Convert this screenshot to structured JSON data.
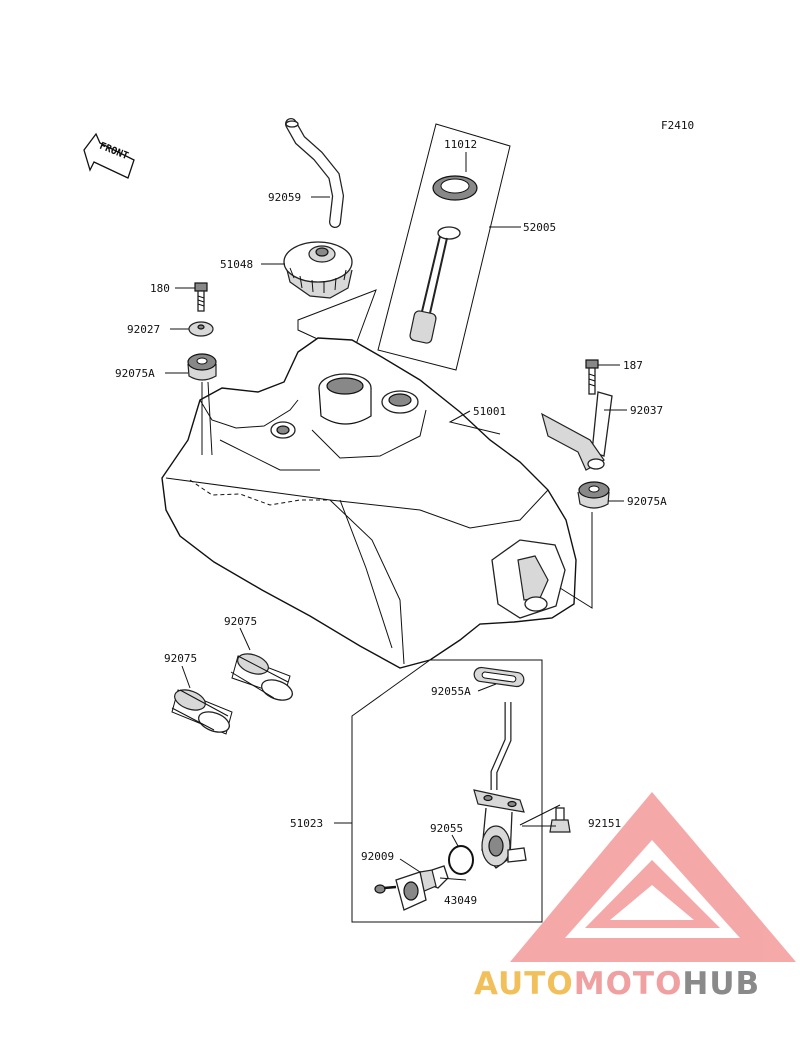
{
  "figure_code": "F2410",
  "front_label": "FRONT",
  "callouts": [
    {
      "id": "11012",
      "text": "11012"
    },
    {
      "id": "52005",
      "text": "52005"
    },
    {
      "id": "92059",
      "text": "92059"
    },
    {
      "id": "51048",
      "text": "51048"
    },
    {
      "id": "180",
      "text": "180"
    },
    {
      "id": "92027",
      "text": "92027"
    },
    {
      "id": "92075A-left",
      "text": "92075A"
    },
    {
      "id": "187",
      "text": "187"
    },
    {
      "id": "92037",
      "text": "92037"
    },
    {
      "id": "51001",
      "text": "51001"
    },
    {
      "id": "92075A-right",
      "text": "92075A"
    },
    {
      "id": "92075-a",
      "text": "92075"
    },
    {
      "id": "92075-b",
      "text": "92075"
    },
    {
      "id": "92055A",
      "text": "92055A"
    },
    {
      "id": "51023",
      "text": "51023"
    },
    {
      "id": "92055",
      "text": "92055"
    },
    {
      "id": "92151",
      "text": "92151"
    },
    {
      "id": "92009",
      "text": "92009"
    },
    {
      "id": "43049",
      "text": "43049"
    }
  ],
  "watermark": {
    "part1": "AUTO",
    "part2": "MOTO",
    "part3": "HUB",
    "colors": {
      "part1": "#f2c05a",
      "part2": "#f0a0a0",
      "part3": "#8a8a8a",
      "triangle": "#f39a9a"
    }
  }
}
